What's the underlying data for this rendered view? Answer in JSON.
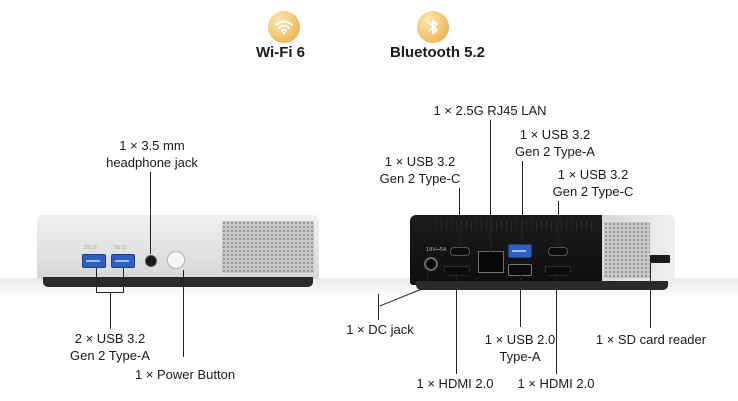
{
  "features": {
    "wifi": {
      "label": "Wi-Fi 6",
      "icon": "wifi-icon"
    },
    "bluetooth": {
      "label": "Bluetooth 5.2",
      "icon": "bluetooth-icon"
    }
  },
  "front": {
    "headphone": {
      "line1": "1 × 3.5 mm",
      "line2": "headphone jack"
    },
    "usb": {
      "line1": "2 × USB 3.2",
      "line2": "Gen 2 Type-A"
    },
    "power": "1 × Power Button"
  },
  "rear": {
    "lan": "1 × 2.5G RJ45 LAN",
    "usb_a_top": {
      "line1": "1 × USB 3.2",
      "line2": "Gen 2 Type-A"
    },
    "usb_c_left": {
      "line1": "1 × USB 3.2",
      "line2": "Gen 2 Type-C"
    },
    "usb_c_right": {
      "line1": "1 × USB 3.2",
      "line2": "Gen 2 Type-C"
    },
    "dc": "1 × DC jack",
    "usb2": {
      "line1": "1 × USB 2.0",
      "line2": "Type-A"
    },
    "sd": "1 × SD card reader",
    "hdmi_left": "1 × HDMI 2.0",
    "hdmi_right": "1 × HDMI 2.0"
  },
  "colors": {
    "accent": "#f0bd63",
    "usb3_blue": "#2d5fc4",
    "body_silver": "#d9d9d9",
    "rear_black": "#121212"
  }
}
